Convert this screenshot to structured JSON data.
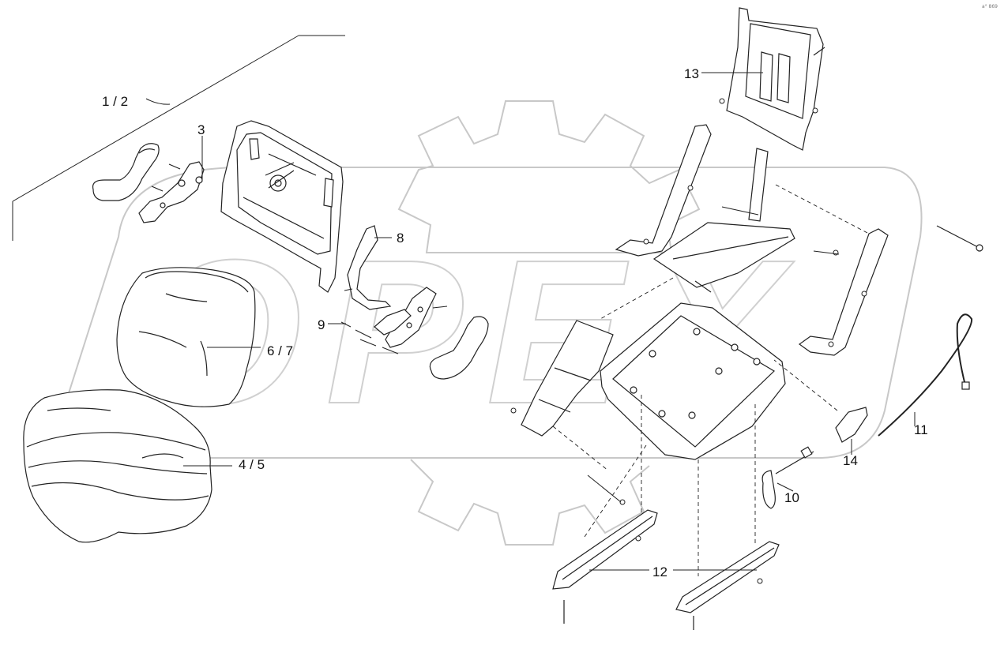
{
  "diagram": {
    "corner_code": "a° 869",
    "watermark_text": "OPEX",
    "callouts": {
      "c1_2": "1 / 2",
      "c3": "3",
      "c4_5": "4 / 5",
      "c6_7": "6 / 7",
      "c8": "8",
      "c9": "9",
      "c10": "10",
      "c11": "11",
      "c12": "12",
      "c13": "13",
      "c14": "14"
    }
  }
}
